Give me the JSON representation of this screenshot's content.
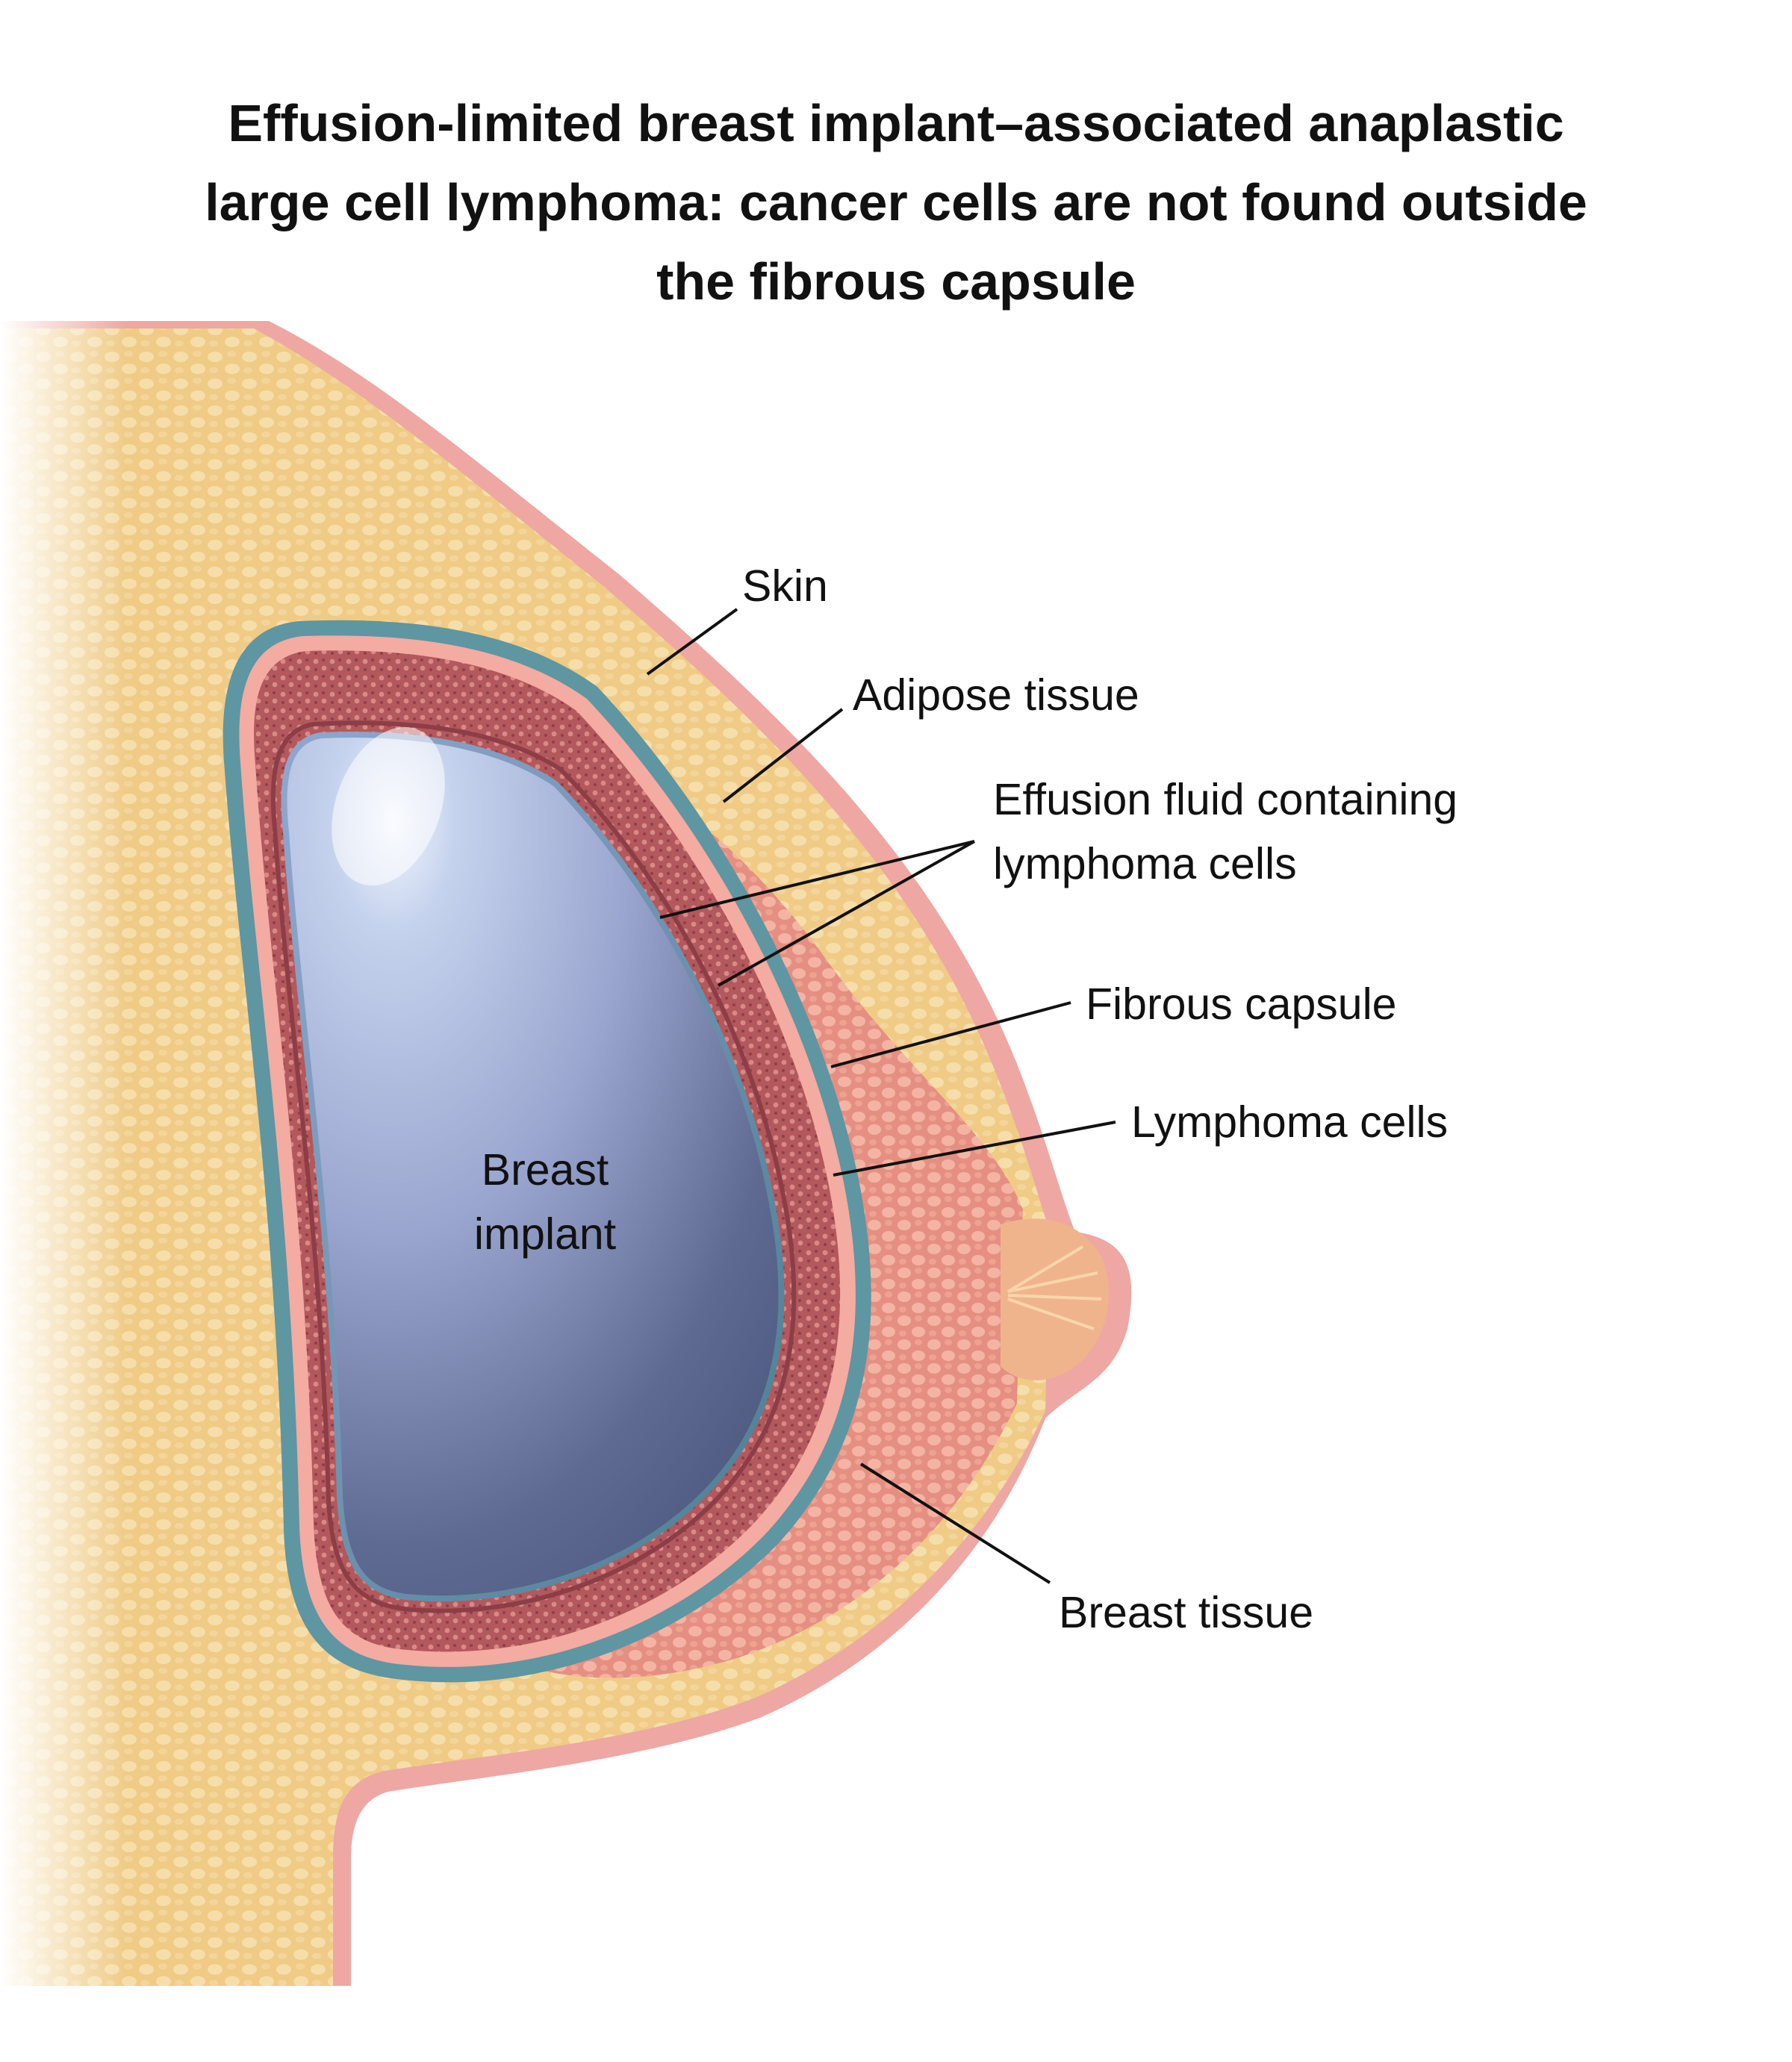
{
  "title": {
    "lines": [
      "Effusion-limited breast implant–associated anaplastic",
      "large cell lymphoma: cancer cells are not found outside",
      "the fibrous capsule"
    ]
  },
  "labels": {
    "skin": "Skin",
    "adipose": "Adipose tissue",
    "effusion_line1": "Effusion fluid containing",
    "effusion_line2": "lymphoma cells",
    "fibrous_capsule": "Fibrous capsule",
    "lymphoma_cells": "Lymphoma cells",
    "breast_tissue": "Breast tissue",
    "implant_line1": "Breast",
    "implant_line2": "implant"
  },
  "colors": {
    "skin": "#eea7a3",
    "adipose": "#f1cf8a",
    "breast_tissue": "#e9998b",
    "fibrous_capsule": "#5e96a2",
    "effusion_layer": "#b5575d",
    "implant_light": "#b3c3e4",
    "implant_dark": "#4f5b80"
  }
}
